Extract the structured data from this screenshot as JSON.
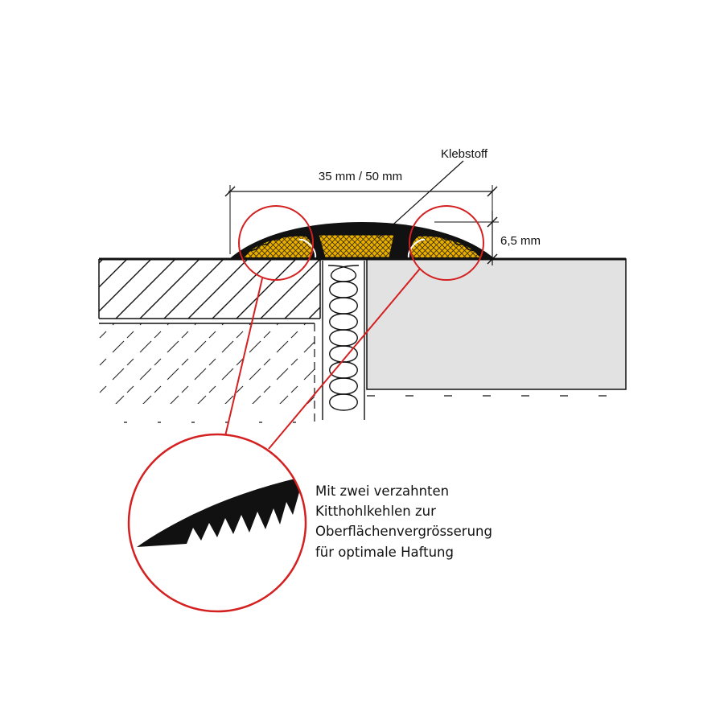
{
  "labels": {
    "adhesive": "Klebstoff",
    "width": "35 mm / 50 mm",
    "height": "6,5 mm"
  },
  "caption": {
    "line1": "Mit zwei verzahnten",
    "line2": "Kitthohlkehlen zur",
    "line3": "Oberflächenvergrösserung",
    "line4": "für optimale Haftung"
  },
  "colors": {
    "detail_circle": "#d42020",
    "adhesive_fill": "#e8b000",
    "profile": "#111111",
    "tile": "#e2e2e2"
  }
}
